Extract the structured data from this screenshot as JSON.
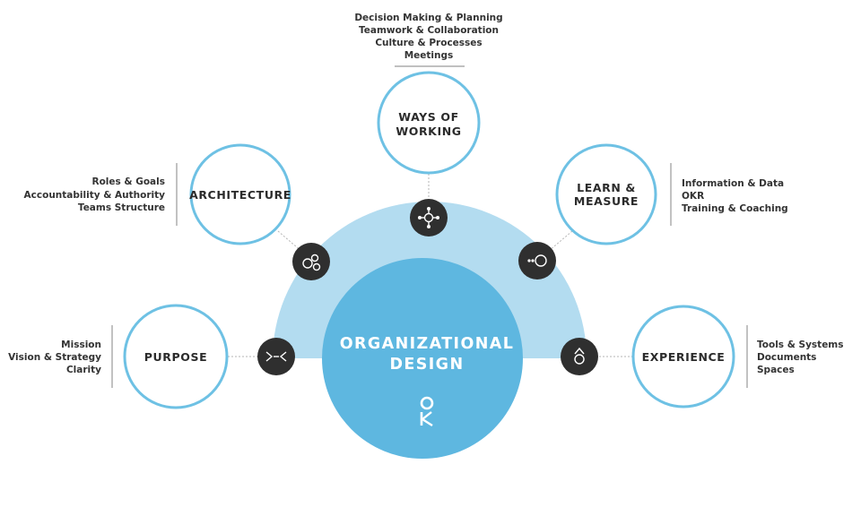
{
  "center": {
    "line1": "ORGANIZATIONAL",
    "line2": "DESIGN",
    "logo": "OK"
  },
  "nodes": {
    "ways_of_working": {
      "line1": "WAYS OF",
      "line2": "WORKING",
      "icon": "network-nodes-icon",
      "items": [
        "Decision Making & Planning",
        "Teamwork & Collaboration",
        "Culture & Processes",
        "Meetings"
      ]
    },
    "architecture": {
      "label": "ARCHITECTURE",
      "icon": "linked-circles-icon",
      "items": [
        "Roles & Goals",
        "Accountability & Authority",
        "Teams Structure"
      ]
    },
    "learn_measure": {
      "line1": "LEARN &",
      "line2": "MEASURE",
      "icon": "magnifier-icon",
      "items": [
        "Information & Data",
        "OKR",
        "Training & Coaching"
      ]
    },
    "purpose": {
      "label": "PURPOSE",
      "icon": "converging-arrows-icon",
      "items": [
        "Mission",
        "Vision & Strategy",
        "Clarity"
      ]
    },
    "experience": {
      "label": "EXPERIENCE",
      "icon": "person-icon",
      "items": [
        "Tools & Systems",
        "Documents",
        "Spaces"
      ]
    }
  },
  "colors": {
    "outer_arc": "#b3dcf0",
    "center_circle": "#5eb7e0",
    "node_stroke": "#6ec1e4",
    "icon_bg": "#2f2f2f",
    "text": "#2b2b2b"
  }
}
